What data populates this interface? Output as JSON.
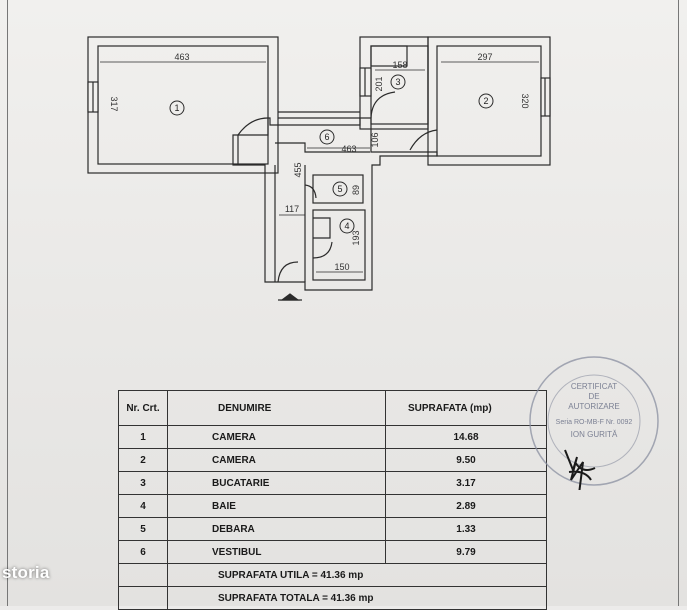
{
  "plan": {
    "dimensions": {
      "room1_width": "463",
      "room1_height": "317",
      "room2_width": "297",
      "room2_height": "320",
      "kitchen_width": "158",
      "kitchen_height": "201",
      "hall_width": "463",
      "hall_height": "106",
      "corridor_height": "455",
      "corridor_width": "117",
      "storage_height": "89",
      "bath_height": "193",
      "bath_width": "150"
    },
    "room_numbers": [
      "1",
      "2",
      "3",
      "4",
      "5",
      "6"
    ]
  },
  "table": {
    "headers": {
      "nr": "Nr. Crt.",
      "name": "DENUMIRE",
      "area": "SUPRAFATA (mp)"
    },
    "rows": [
      {
        "nr": "1",
        "name": "CAMERA",
        "area": "14.68"
      },
      {
        "nr": "2",
        "name": "CAMERA",
        "area": "9.50"
      },
      {
        "nr": "3",
        "name": "BUCATARIE",
        "area": "3.17"
      },
      {
        "nr": "4",
        "name": "BAIE",
        "area": "2.89"
      },
      {
        "nr": "5",
        "name": "DEBARA",
        "area": "1.33"
      },
      {
        "nr": "6",
        "name": "VESTIBUL",
        "area": "9.79"
      }
    ],
    "total_useful": "SUPRAFATA UTILA = 41.36 mp",
    "total_overall": "SUPRAFATA TOTALA = 41.36 mp"
  },
  "stamp": {
    "line1": "CERTIFICAT",
    "line2": "DE",
    "line3": "AUTORIZARE",
    "line4": "Seria RO-MB-F Nr. 0092",
    "line5": "ION GURITĂ"
  },
  "watermark": {
    "text": "storia"
  },
  "colors": {
    "paper": "#ecebea",
    "ink": "#2a2a2a",
    "stamp": "#8a8fa0"
  }
}
